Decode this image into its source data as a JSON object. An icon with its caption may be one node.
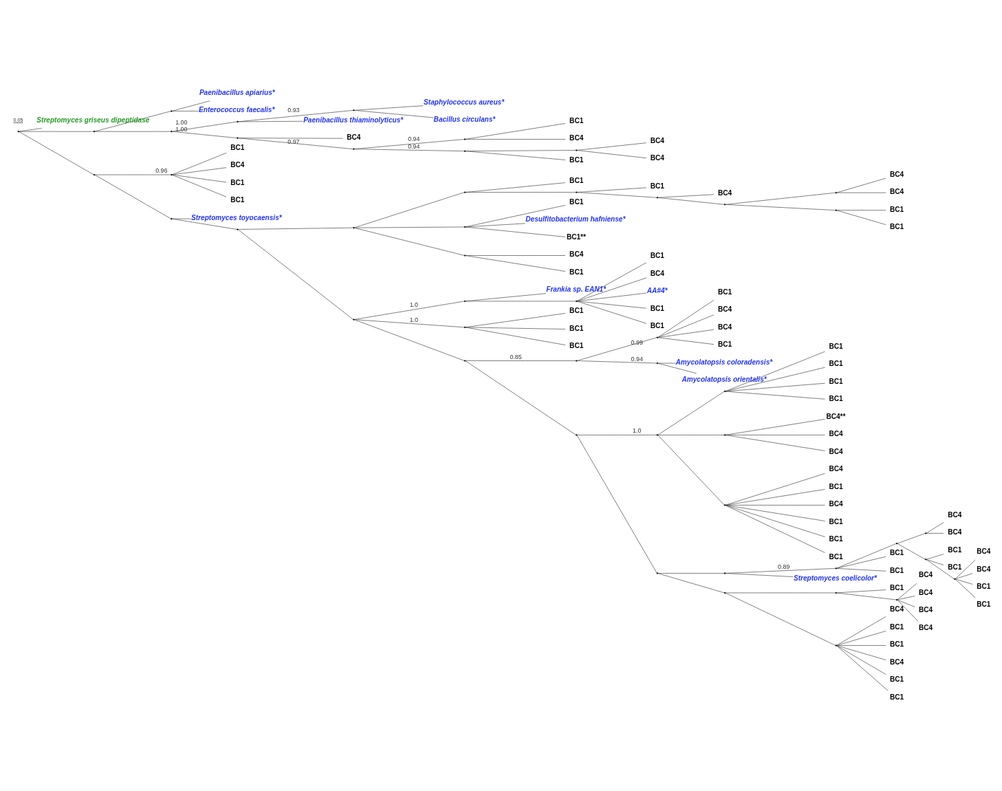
{
  "diagram": {
    "nodes": [
      {
        "text": [],
        "shape": "point"
      },
      {
        "text": [
          "Streptomyces griseus dipeptidase"
        ]
      },
      {
        "text": [],
        "shape": "point"
      },
      {
        "text": [],
        "shape": "point"
      },
      {
        "text": [
          "Paenibacillus apiarius*"
        ]
      },
      {
        "text": [
          "Enterococcus faecalis*"
        ]
      },
      {
        "text": [],
        "shape": "point"
      },
      {
        "text": [],
        "shape": "point"
      },
      {
        "text": [],
        "shape": "point"
      },
      {
        "text": [
          "Staphylococcus aureus*"
        ]
      },
      {
        "text": [
          "Bacillus circulans*"
        ]
      },
      {
        "text": [
          "Paenibacillus thiaminolyticus*"
        ]
      },
      {
        "text": [],
        "shape": "point"
      },
      {
        "text": [
          "BC4"
        ]
      },
      {
        "text": [],
        "shape": "point"
      },
      {
        "text": [],
        "shape": "point"
      },
      {
        "text": [
          "BC1"
        ]
      },
      {
        "text": [
          "BC4"
        ]
      },
      {
        "text": [],
        "shape": "point"
      },
      {
        "text": [],
        "shape": "point"
      },
      {
        "text": [
          "BC4"
        ]
      },
      {
        "text": [
          "BC4"
        ]
      },
      {
        "text": [
          "BC1"
        ]
      },
      {
        "text": [],
        "shape": "point"
      },
      {
        "text": [],
        "shape": "point"
      },
      {
        "text": [
          "BC1"
        ]
      },
      {
        "text": [
          "BC4"
        ]
      },
      {
        "text": [
          "BC1"
        ]
      },
      {
        "text": [
          "BC1"
        ]
      },
      {
        "text": [],
        "shape": "point"
      },
      {
        "text": [
          "Streptomyces toyocaensis*"
        ]
      },
      {
        "text": [],
        "shape": "point"
      },
      {
        "text": [],
        "shape": "point"
      },
      {
        "text": [],
        "shape": "point"
      },
      {
        "text": [
          "BC1"
        ]
      },
      {
        "text": [],
        "shape": "point"
      },
      {
        "text": [
          "BC1"
        ]
      },
      {
        "text": [],
        "shape": "point"
      },
      {
        "text": [
          "BC4"
        ]
      },
      {
        "text": [],
        "shape": "point"
      },
      {
        "text": [],
        "shape": "point"
      },
      {
        "text": [
          "BC4"
        ]
      },
      {
        "text": [
          "BC4"
        ]
      },
      {
        "text": [],
        "shape": "point"
      },
      {
        "text": [
          "BC1"
        ]
      },
      {
        "text": [
          "BC1"
        ]
      },
      {
        "text": [],
        "shape": "point"
      },
      {
        "text": [
          "BC1"
        ]
      },
      {
        "text": [
          "Desulfitobacterium hafniense*"
        ]
      },
      {
        "text": [
          "BC1**"
        ]
      },
      {
        "text": [],
        "shape": "point"
      },
      {
        "text": [
          "BC4"
        ]
      },
      {
        "text": [
          "BC1"
        ]
      },
      {
        "text": [],
        "shape": "point"
      },
      {
        "text": [],
        "shape": "point"
      },
      {
        "text": [
          "Frankia sp. EAN1*"
        ]
      },
      {
        "text": [],
        "shape": "point"
      },
      {
        "text": [
          "BC1"
        ]
      },
      {
        "text": [
          "BC4"
        ]
      },
      {
        "text": [
          "AA#4*"
        ]
      },
      {
        "text": [
          "BC1"
        ]
      },
      {
        "text": [
          "BC1"
        ]
      },
      {
        "text": [],
        "shape": "point"
      },
      {
        "text": [
          "BC1"
        ]
      },
      {
        "text": [
          "BC1"
        ]
      },
      {
        "text": [
          "BC1"
        ]
      },
      {
        "text": [],
        "shape": "point"
      },
      {
        "text": [],
        "shape": "point"
      },
      {
        "text": [],
        "shape": "point"
      },
      {
        "text": [
          "BC1"
        ]
      },
      {
        "text": [
          "BC4"
        ]
      },
      {
        "text": [
          "BC4"
        ]
      },
      {
        "text": [
          "BC1"
        ]
      },
      {
        "text": [],
        "shape": "point"
      },
      {
        "text": [
          "Amycolatopsis coloradensis*"
        ]
      },
      {
        "text": [
          "Amycolatopsis orientalis*"
        ]
      },
      {
        "text": [],
        "shape": "point"
      },
      {
        "text": [],
        "shape": "point"
      },
      {
        "text": [],
        "shape": "point"
      },
      {
        "text": [
          "BC1"
        ]
      },
      {
        "text": [
          "BC1"
        ]
      },
      {
        "text": [
          "BC1"
        ]
      },
      {
        "text": [
          "BC1"
        ]
      },
      {
        "text": [],
        "shape": "point"
      },
      {
        "text": [
          "BC4**"
        ]
      },
      {
        "text": [
          "BC4"
        ]
      },
      {
        "text": [
          "BC4"
        ]
      },
      {
        "text": [],
        "shape": "point"
      },
      {
        "text": [
          "BC4"
        ]
      },
      {
        "text": [
          "BC1"
        ]
      },
      {
        "text": [
          "BC4"
        ]
      },
      {
        "text": [
          "BC1"
        ]
      },
      {
        "text": [
          "BC1"
        ]
      },
      {
        "text": [
          "BC1"
        ]
      },
      {
        "text": [],
        "shape": "point"
      },
      {
        "text": [],
        "shape": "point"
      },
      {
        "text": [],
        "shape": "point"
      },
      {
        "text": [
          "Streptomyces coelicolor*"
        ]
      },
      {
        "text": [],
        "shape": "point"
      },
      {
        "text": [
          "BC1"
        ]
      },
      {
        "text": [
          "BC1"
        ]
      },
      {
        "text": [],
        "shape": "point"
      },
      {
        "text": [
          "BC4"
        ]
      },
      {
        "text": [],
        "shape": "point"
      },
      {
        "text": [
          "BC4"
        ]
      },
      {
        "text": [
          "BC1"
        ]
      },
      {
        "text": [
          "BC1"
        ]
      },
      {
        "text": [],
        "shape": "point"
      },
      {
        "text": [
          "BC4"
        ]
      },
      {
        "text": [
          "BC4"
        ]
      },
      {
        "text": [
          "BC1"
        ]
      },
      {
        "text": [
          "BC1"
        ]
      },
      {
        "text": [],
        "shape": "point"
      },
      {
        "text": [],
        "shape": "point"
      },
      {
        "text": [
          "BC1"
        ]
      },
      {
        "text": [],
        "shape": "point"
      },
      {
        "text": [
          "BC4"
        ]
      },
      {
        "text": [
          "BC4"
        ]
      },
      {
        "text": [
          "BC4"
        ]
      },
      {
        "text": [
          "BC4"
        ]
      },
      {
        "text": [],
        "shape": "point"
      },
      {
        "text": [
          "BC4"
        ]
      },
      {
        "text": [
          "BC1"
        ]
      },
      {
        "text": [
          "BC1"
        ]
      },
      {
        "text": [
          "BC4"
        ]
      },
      {
        "text": [
          "BC1"
        ]
      },
      {
        "text": [
          "BC1"
        ]
      }
    ],
    "edges": [
      {
        "from": 0,
        "to": 1,
        "arrow": "none"
      },
      {
        "from": 0,
        "to": 2,
        "arrow": "none"
      },
      {
        "from": 0,
        "to": 23,
        "arrow": "none"
      },
      {
        "from": 2,
        "to": 3,
        "arrow": "none"
      },
      {
        "from": 2,
        "to": 6,
        "arrow": "none"
      },
      {
        "from": 3,
        "to": 4,
        "arrow": "none"
      },
      {
        "from": 3,
        "to": 5,
        "arrow": "none"
      },
      {
        "from": 6,
        "to": 7,
        "arrow": "none",
        "label": "1.00"
      },
      {
        "from": 6,
        "to": 12,
        "arrow": "none",
        "label": "1.00"
      },
      {
        "from": 7,
        "to": 8,
        "arrow": "none",
        "label": "0.93"
      },
      {
        "from": 7,
        "to": 11,
        "arrow": "none"
      },
      {
        "from": 8,
        "to": 9,
        "arrow": "none"
      },
      {
        "from": 8,
        "to": 10,
        "arrow": "none"
      },
      {
        "from": 12,
        "to": 13,
        "arrow": "none"
      },
      {
        "from": 12,
        "to": 14,
        "arrow": "none",
        "label": "0.97"
      },
      {
        "from": 14,
        "to": 15,
        "arrow": "none",
        "label": "0.94"
      },
      {
        "from": 14,
        "to": 18,
        "arrow": "none",
        "label": "0.94"
      },
      {
        "from": 15,
        "to": 16,
        "arrow": "none"
      },
      {
        "from": 15,
        "to": 17,
        "arrow": "none"
      },
      {
        "from": 18,
        "to": 19,
        "arrow": "none"
      },
      {
        "from": 18,
        "to": 22,
        "arrow": "none"
      },
      {
        "from": 19,
        "to": 20,
        "arrow": "none"
      },
      {
        "from": 19,
        "to": 21,
        "arrow": "none"
      },
      {
        "from": 23,
        "to": 24,
        "arrow": "none",
        "label": "0.96"
      },
      {
        "from": 23,
        "to": 29,
        "arrow": "none"
      },
      {
        "from": 24,
        "to": 25,
        "arrow": "none"
      },
      {
        "from": 24,
        "to": 26,
        "arrow": "none"
      },
      {
        "from": 24,
        "to": 27,
        "arrow": "none"
      },
      {
        "from": 24,
        "to": 28,
        "arrow": "none"
      },
      {
        "from": 29,
        "to": 30,
        "arrow": "none"
      },
      {
        "from": 29,
        "to": 31,
        "arrow": "none"
      },
      {
        "from": 31,
        "to": 32,
        "arrow": "none"
      },
      {
        "from": 31,
        "to": 53,
        "arrow": "none"
      },
      {
        "from": 32,
        "to": 33,
        "arrow": "none"
      },
      {
        "from": 32,
        "to": 46,
        "arrow": "none"
      },
      {
        "from": 32,
        "to": 50,
        "arrow": "none"
      },
      {
        "from": 33,
        "to": 34,
        "arrow": "none"
      },
      {
        "from": 33,
        "to": 35,
        "arrow": "none"
      },
      {
        "from": 35,
        "to": 36,
        "arrow": "none"
      },
      {
        "from": 35,
        "to": 37,
        "arrow": "none"
      },
      {
        "from": 37,
        "to": 38,
        "arrow": "none"
      },
      {
        "from": 37,
        "to": 39,
        "arrow": "none"
      },
      {
        "from": 39,
        "to": 40,
        "arrow": "none"
      },
      {
        "from": 39,
        "to": 43,
        "arrow": "none"
      },
      {
        "from": 40,
        "to": 41,
        "arrow": "none"
      },
      {
        "from": 40,
        "to": 42,
        "arrow": "none"
      },
      {
        "from": 43,
        "to": 44,
        "arrow": "none"
      },
      {
        "from": 43,
        "to": 45,
        "arrow": "none"
      },
      {
        "from": 46,
        "to": 47,
        "arrow": "none"
      },
      {
        "from": 46,
        "to": 48,
        "arrow": "none"
      },
      {
        "from": 46,
        "to": 49,
        "arrow": "none"
      },
      {
        "from": 50,
        "to": 51,
        "arrow": "none"
      },
      {
        "from": 50,
        "to": 52,
        "arrow": "none"
      },
      {
        "from": 53,
        "to": 54,
        "arrow": "none",
        "label": "1.0"
      },
      {
        "from": 53,
        "to": 62,
        "arrow": "none",
        "label": "1.0"
      },
      {
        "from": 53,
        "to": 66,
        "arrow": "none"
      },
      {
        "from": 54,
        "to": 55,
        "arrow": "none"
      },
      {
        "from": 54,
        "to": 56,
        "arrow": "none"
      },
      {
        "from": 56,
        "to": 57,
        "arrow": "none"
      },
      {
        "from": 56,
        "to": 58,
        "arrow": "none"
      },
      {
        "from": 56,
        "to": 59,
        "arrow": "none"
      },
      {
        "from": 56,
        "to": 60,
        "arrow": "none"
      },
      {
        "from": 56,
        "to": 61,
        "arrow": "none"
      },
      {
        "from": 62,
        "to": 63,
        "arrow": "none"
      },
      {
        "from": 62,
        "to": 64,
        "arrow": "none"
      },
      {
        "from": 62,
        "to": 65,
        "arrow": "none"
      },
      {
        "from": 66,
        "to": 67,
        "arrow": "none",
        "label": "0.85"
      },
      {
        "from": 66,
        "to": 76,
        "arrow": "none"
      },
      {
        "from": 67,
        "to": 68,
        "arrow": "none",
        "label": "0.99"
      },
      {
        "from": 67,
        "to": 73,
        "arrow": "none",
        "label": "0.94"
      },
      {
        "from": 68,
        "to": 69,
        "arrow": "none"
      },
      {
        "from": 68,
        "to": 70,
        "arrow": "none"
      },
      {
        "from": 68,
        "to": 71,
        "arrow": "none"
      },
      {
        "from": 68,
        "to": 72,
        "arrow": "none"
      },
      {
        "from": 73,
        "to": 74,
        "arrow": "none"
      },
      {
        "from": 73,
        "to": 75,
        "arrow": "none"
      },
      {
        "from": 76,
        "to": 77,
        "arrow": "none",
        "label": "1.0"
      },
      {
        "from": 76,
        "to": 94,
        "arrow": "none"
      },
      {
        "from": 77,
        "to": 78,
        "arrow": "none"
      },
      {
        "from": 77,
        "to": 83,
        "arrow": "none"
      },
      {
        "from": 77,
        "to": 87,
        "arrow": "none"
      },
      {
        "from": 78,
        "to": 79,
        "arrow": "none"
      },
      {
        "from": 78,
        "to": 80,
        "arrow": "none"
      },
      {
        "from": 78,
        "to": 81,
        "arrow": "none"
      },
      {
        "from": 78,
        "to": 82,
        "arrow": "none"
      },
      {
        "from": 83,
        "to": 84,
        "arrow": "none"
      },
      {
        "from": 83,
        "to": 85,
        "arrow": "none"
      },
      {
        "from": 83,
        "to": 86,
        "arrow": "none"
      },
      {
        "from": 87,
        "to": 88,
        "arrow": "none"
      },
      {
        "from": 87,
        "to": 89,
        "arrow": "none"
      },
      {
        "from": 87,
        "to": 90,
        "arrow": "none"
      },
      {
        "from": 87,
        "to": 91,
        "arrow": "none"
      },
      {
        "from": 87,
        "to": 92,
        "arrow": "none"
      },
      {
        "from": 87,
        "to": 93,
        "arrow": "none"
      },
      {
        "from": 94,
        "to": 95,
        "arrow": "none"
      },
      {
        "from": 94,
        "to": 112,
        "arrow": "none"
      },
      {
        "from": 95,
        "to": 96,
        "arrow": "none",
        "label": "0.89"
      },
      {
        "from": 95,
        "to": 97,
        "arrow": "none"
      },
      {
        "from": 96,
        "to": 98,
        "arrow": "none"
      },
      {
        "from": 96,
        "to": 99,
        "arrow": "none"
      },
      {
        "from": 96,
        "to": 100,
        "arrow": "none"
      },
      {
        "from": 98,
        "to": 101,
        "arrow": "none"
      },
      {
        "from": 98,
        "to": 103,
        "arrow": "none"
      },
      {
        "from": 101,
        "to": 102,
        "arrow": "none"
      },
      {
        "from": 101,
        "to": 104,
        "arrow": "none"
      },
      {
        "from": 103,
        "to": 105,
        "arrow": "none"
      },
      {
        "from": 103,
        "to": 106,
        "arrow": "none"
      },
      {
        "from": 103,
        "to": 107,
        "arrow": "none"
      },
      {
        "from": 107,
        "to": 108,
        "arrow": "none"
      },
      {
        "from": 107,
        "to": 109,
        "arrow": "none"
      },
      {
        "from": 107,
        "to": 110,
        "arrow": "none"
      },
      {
        "from": 107,
        "to": 111,
        "arrow": "none"
      },
      {
        "from": 112,
        "to": 113,
        "arrow": "none"
      },
      {
        "from": 112,
        "to": 120,
        "arrow": "none"
      },
      {
        "from": 113,
        "to": 114,
        "arrow": "none"
      },
      {
        "from": 113,
        "to": 115,
        "arrow": "none"
      },
      {
        "from": 115,
        "to": 116,
        "arrow": "none"
      },
      {
        "from": 115,
        "to": 117,
        "arrow": "none"
      },
      {
        "from": 115,
        "to": 118,
        "arrow": "none"
      },
      {
        "from": 115,
        "to": 119,
        "arrow": "none"
      },
      {
        "from": 120,
        "to": 121,
        "arrow": "none"
      },
      {
        "from": 120,
        "to": 122,
        "arrow": "none"
      },
      {
        "from": 120,
        "to": 123,
        "arrow": "none"
      },
      {
        "from": 120,
        "to": 124,
        "arrow": "none"
      },
      {
        "from": 120,
        "to": 125,
        "arrow": "none"
      },
      {
        "from": 120,
        "to": 126,
        "arrow": "none"
      }
    ],
    "labels": [
      "0.05"
    ]
  }
}
